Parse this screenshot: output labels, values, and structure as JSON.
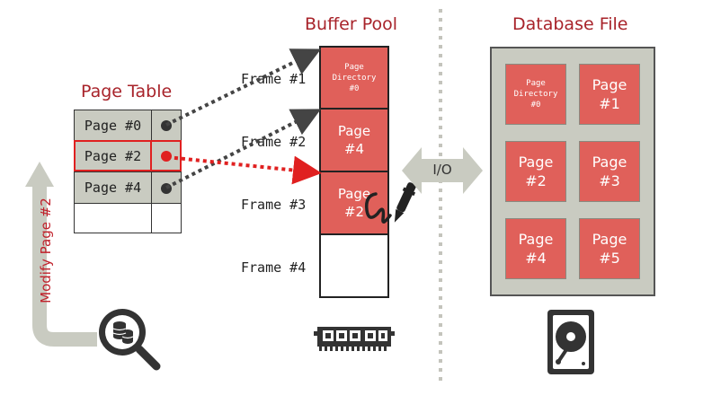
{
  "titles": {
    "buffer_pool": "Buffer Pool",
    "database_file": "Database File",
    "page_table": "Page Table"
  },
  "page_table": {
    "rows": [
      {
        "label": "Page #0",
        "highlighted": false
      },
      {
        "label": "Page #2",
        "highlighted": true
      },
      {
        "label": "Page #4",
        "highlighted": false
      },
      {
        "label": "",
        "highlighted": false
      }
    ]
  },
  "frames": [
    {
      "label": "Frame #1",
      "page_line1": "Page",
      "page_line2": "Directory",
      "page_line3": "#0"
    },
    {
      "label": "Frame #2",
      "page_line1": "Page",
      "page_line2": "#4"
    },
    {
      "label": "Frame #3",
      "page_line1": "Page",
      "page_line2": "#2"
    },
    {
      "label": "Frame #4"
    }
  ],
  "database_pages": [
    {
      "line1": "Page",
      "line2": "Directory",
      "line3": "#0"
    },
    {
      "line1": "Page",
      "line2": "#1"
    },
    {
      "line1": "Page",
      "line2": "#2"
    },
    {
      "line1": "Page",
      "line2": "#3"
    },
    {
      "line1": "Page",
      "line2": "#4"
    },
    {
      "line1": "Page",
      "line2": "#5"
    }
  ],
  "io_label": "I/O",
  "modify_label": "Modify Page #2",
  "colors": {
    "page_red": "#e0605a",
    "title_red": "#a8232a",
    "gray_fill": "#c9cbc1",
    "highlight_red": "#e02020"
  },
  "icons": [
    "search-database-icon",
    "memory-ram-icon",
    "hard-drive-icon",
    "pen-icon",
    "scribble-icon"
  ]
}
